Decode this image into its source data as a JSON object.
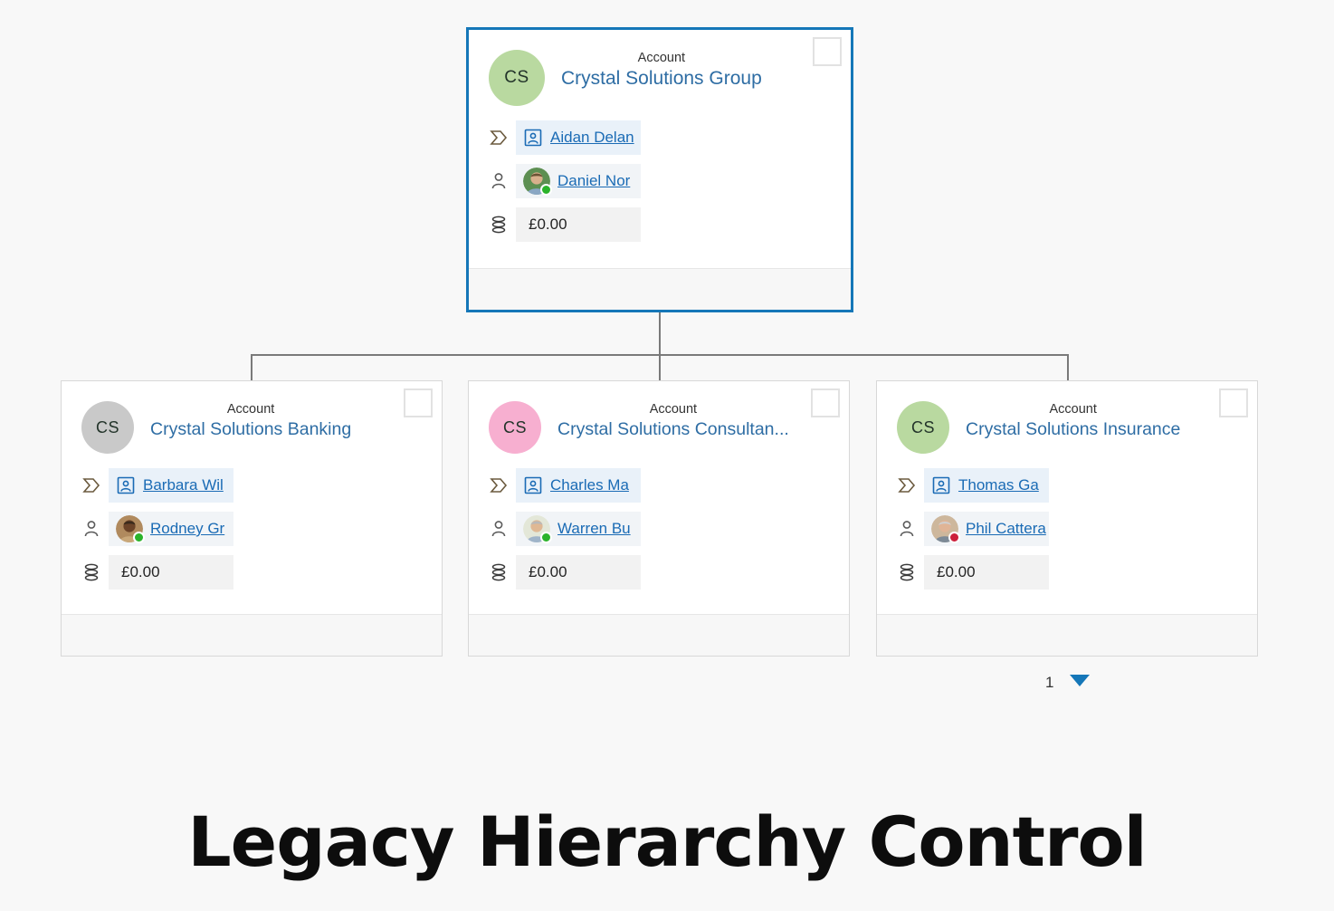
{
  "page": {
    "background": "#f8f8f8",
    "caption": "Legacy Hierarchy Control"
  },
  "theme": {
    "root_border": "#1577b8",
    "child_border": "#d8d8d8",
    "link_color": "#1a6bb5",
    "entity_name_color": "#2e6da4",
    "connector_color": "#7a7a7a",
    "lookup_field_bg": "#e9f1f9",
    "owner_field_bg": "#f1f4f7",
    "money_field_bg": "#f2f2f2",
    "footer_bg": "#f7f7f7"
  },
  "hierarchy": {
    "root": {
      "selected": true,
      "avatar": {
        "initials": "CS",
        "color": "#b9d9a0",
        "icon": "account-avatar"
      },
      "entity_type": "Account",
      "name": "Crystal Solutions Group",
      "corner_checkbox": "expand-checkbox",
      "rows": [
        {
          "icon": "ribbon-icon",
          "field_type": "lookup",
          "inline_icon": "contact-card-icon",
          "value": "Aidan Delan"
        },
        {
          "icon": "person-outline-icon",
          "field_type": "owner",
          "inline_icon": "user-photo",
          "photo_skin": "#d9b08c",
          "photo_hair": "#6b5334",
          "photo_shirt": "#8aa7c4",
          "photo_bg": "#5d8f52",
          "presence": "available",
          "presence_color": "#2bb32b",
          "value": "Daniel Nor"
        },
        {
          "icon": "coins-stack-icon",
          "field_type": "money",
          "value": "£0.00"
        }
      ]
    },
    "children": [
      {
        "selected": false,
        "avatar": {
          "initials": "CS",
          "color": "#c9c9c9",
          "icon": "account-avatar"
        },
        "entity_type": "Account",
        "name": "Crystal Solutions Banking",
        "corner_checkbox": "expand-checkbox",
        "rows": [
          {
            "icon": "ribbon-icon",
            "field_type": "lookup",
            "inline_icon": "contact-card-icon",
            "value": "Barbara Wil"
          },
          {
            "icon": "person-outline-icon",
            "field_type": "owner",
            "inline_icon": "user-photo",
            "photo_skin": "#6b4328",
            "photo_hair": "#3a2a1c",
            "photo_shirt": "#c9a87a",
            "photo_bg": "#b08a5e",
            "presence": "available",
            "presence_color": "#2bb32b",
            "value": "Rodney Gr"
          },
          {
            "icon": "coins-stack-icon",
            "field_type": "money",
            "value": "£0.00"
          }
        ]
      },
      {
        "selected": false,
        "avatar": {
          "initials": "CS",
          "color": "#f7afd0",
          "icon": "account-avatar"
        },
        "entity_type": "Account",
        "name": "Crystal Solutions Consultan...",
        "corner_checkbox": "expand-checkbox",
        "rows": [
          {
            "icon": "ribbon-icon",
            "field_type": "lookup",
            "inline_icon": "contact-card-icon",
            "value": "Charles Ma"
          },
          {
            "icon": "person-outline-icon",
            "field_type": "owner",
            "inline_icon": "user-photo",
            "photo_skin": "#dfb894",
            "photo_hair": "#b9b9b9",
            "photo_shirt": "#9fb4c9",
            "photo_bg": "#e3e7d8",
            "presence": "available",
            "presence_color": "#2bb32b",
            "value": "Warren Bu"
          },
          {
            "icon": "coins-stack-icon",
            "field_type": "money",
            "value": "£0.00"
          }
        ]
      },
      {
        "selected": false,
        "avatar": {
          "initials": "CS",
          "color": "#b9d9a0",
          "icon": "account-avatar"
        },
        "entity_type": "Account",
        "name": "Crystal Solutions Insurance",
        "corner_checkbox": "expand-checkbox",
        "rows": [
          {
            "icon": "ribbon-icon",
            "field_type": "lookup",
            "inline_icon": "contact-card-icon",
            "value": "Thomas Ga"
          },
          {
            "icon": "person-outline-icon",
            "field_type": "owner",
            "inline_icon": "user-photo",
            "photo_skin": "#e0b496",
            "photo_hair": "#cfcfcf",
            "photo_shirt": "#7d8a96",
            "photo_bg": "#cdb79c",
            "presence": "busy",
            "presence_color": "#cc1f3a",
            "value": "Phil Cattera"
          },
          {
            "icon": "coins-stack-icon",
            "field_type": "money",
            "value": "£0.00"
          }
        ]
      }
    ]
  },
  "pager": {
    "page_number": "1",
    "dropdown_icon": "chevron-down-icon",
    "dropdown_color": "#1577b8"
  }
}
